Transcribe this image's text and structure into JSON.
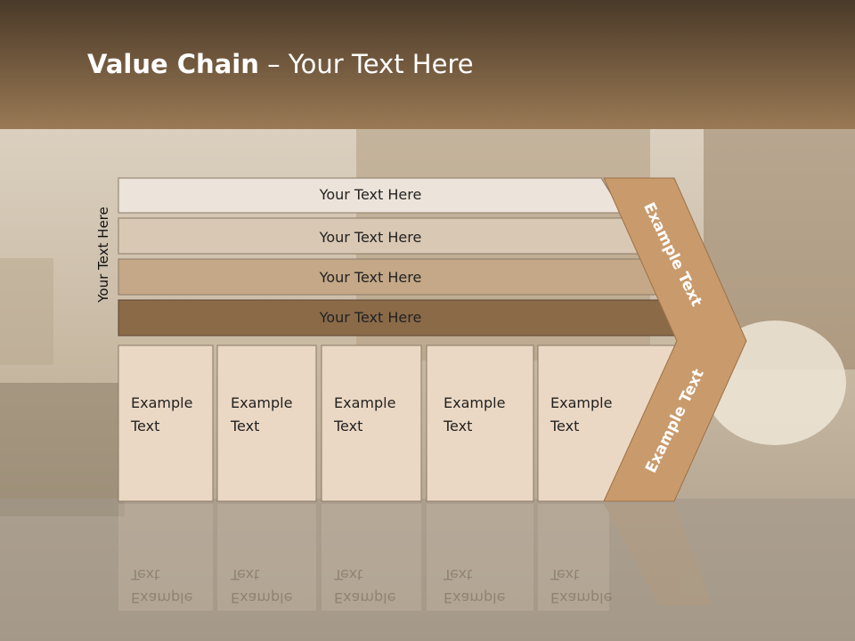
{
  "title": {
    "bold": "Value Chain",
    "rest": " – Your Text Here"
  },
  "side_label": "Your Text Here",
  "rows": [
    {
      "label": "Your Text Here",
      "color": "#ece4da"
    },
    {
      "label": "Your Text Here",
      "color": "#d9c8b3"
    },
    {
      "label": "Your Text Here",
      "color": "#c4a887"
    },
    {
      "label": "Your Text Here",
      "color": "#8b6a48"
    }
  ],
  "boxes": [
    {
      "line1": "Example",
      "line2": "Text"
    },
    {
      "line1": "Example",
      "line2": "Text"
    },
    {
      "line1": "Example",
      "line2": "Text"
    },
    {
      "line1": "Example",
      "line2": "Text"
    },
    {
      "line1": "Example",
      "line2": "Text"
    }
  ],
  "arrow_top": "Example Text",
  "arrow_bottom": "Example Text",
  "colors": {
    "header": "#6e563c",
    "arrow": "#c99a6b",
    "box": "#ebd8c4"
  }
}
